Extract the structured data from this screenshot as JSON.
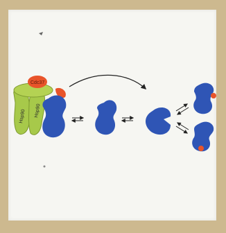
{
  "colors": {
    "background_frame": "#cdb98f",
    "panel": "#f6f6f2",
    "protein_blue": "#2f55b5",
    "helper_green": "#a7c94a",
    "cofactor_red": "#e8542a",
    "arrow": "#222222"
  },
  "labels": {
    "red_cap": "Cdc37",
    "green_left": "Hsp90",
    "green_right": "Hsp90"
  }
}
